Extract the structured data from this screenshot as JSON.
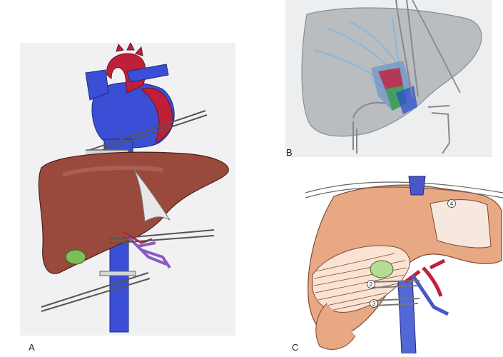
{
  "panels": {
    "a": {
      "label": "A"
    },
    "b": {
      "label": "B"
    },
    "c": {
      "label": "C",
      "markers": [
        "4",
        "2",
        "3"
      ]
    }
  },
  "colors": {
    "liver_a": "#9a4a3c",
    "vein_blue": "#3a4fd6",
    "artery_red": "#c01f3a",
    "liver_b": "#b9bdc0",
    "liver_c": "#e9a884",
    "gallbladder": "#b6db93"
  }
}
